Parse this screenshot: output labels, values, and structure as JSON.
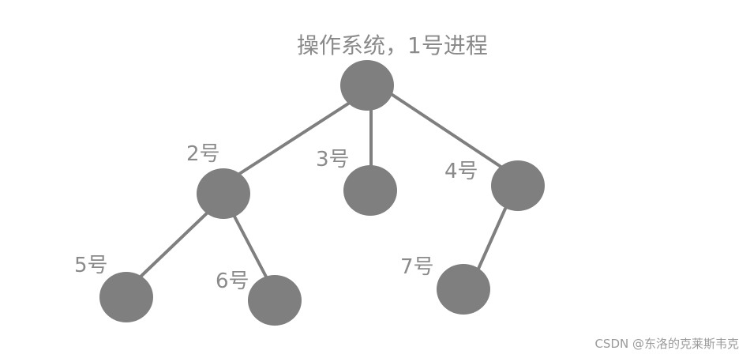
{
  "diagram": {
    "root_label": "操作系统，1号进程",
    "node_labels": [
      "2号",
      "3号",
      "4号",
      "5号",
      "6号",
      "7号"
    ],
    "colors": {
      "node": "#7f7f7f",
      "edge": "#7f7f7f",
      "label": "#8a8a8a"
    }
  },
  "watermark": "CSDN @东洛的克莱斯韦克"
}
